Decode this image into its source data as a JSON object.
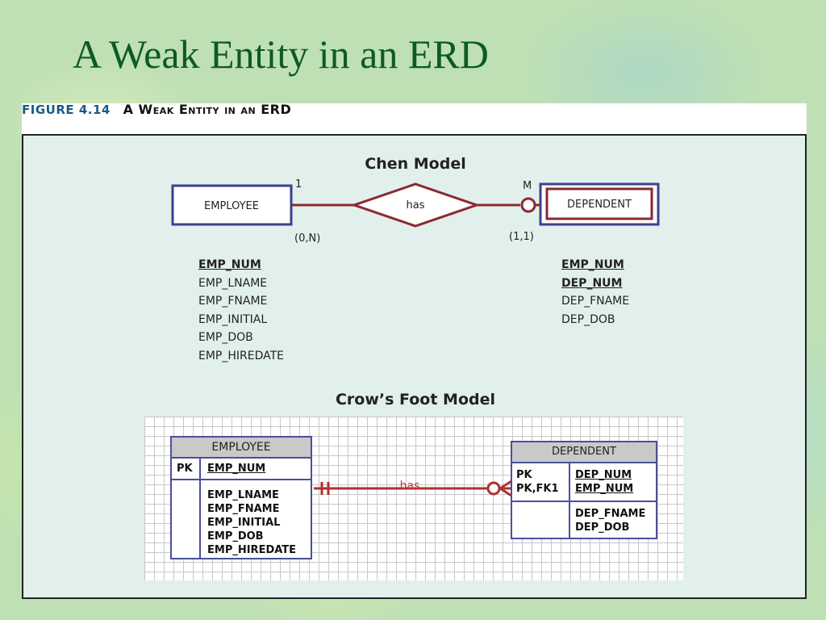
{
  "slide": {
    "title": "A Weak Entity in an ERD"
  },
  "figure": {
    "number": "FIGURE 4.14",
    "caption": "A Weak Entity in an ERD"
  },
  "chen": {
    "heading": "Chen Model",
    "entity_left": "EMPLOYEE",
    "relationship": "has",
    "entity_right": "DEPENDENT",
    "cardinality_left": "1",
    "cardinality_right": "M",
    "participation_left": "(0,N)",
    "participation_right": "(1,1)",
    "employee_attributes": [
      "EMP_NUM",
      "EMP_LNAME",
      "EMP_FNAME",
      "EMP_INITIAL",
      "EMP_DOB",
      "EMP_HIREDATE"
    ],
    "dependent_attributes": [
      "EMP_NUM",
      "DEP_NUM",
      "DEP_FNAME",
      "DEP_DOB"
    ]
  },
  "crows_foot": {
    "heading": "Crow’s Foot Model",
    "relationship": "has",
    "employee": {
      "name": "EMPLOYEE",
      "pk_label": "PK",
      "pk_field": "EMP_NUM",
      "attributes": [
        "EMP_LNAME",
        "EMP_FNAME",
        "EMP_INITIAL",
        "EMP_DOB",
        "EMP_HIREDATE"
      ]
    },
    "dependent": {
      "name": "DEPENDENT",
      "pk_label_1": "PK",
      "pk_label_2": "PK,FK1",
      "pk_field_1": "DEP_NUM",
      "pk_field_2": "EMP_NUM",
      "attributes": [
        "DEP_FNAME",
        "DEP_DOB"
      ]
    }
  },
  "colors": {
    "title": "#0c5a27",
    "entity_border": "#3c3f8e",
    "relationship": "#8a2a2e",
    "crowsfoot_line": "#b03030"
  }
}
